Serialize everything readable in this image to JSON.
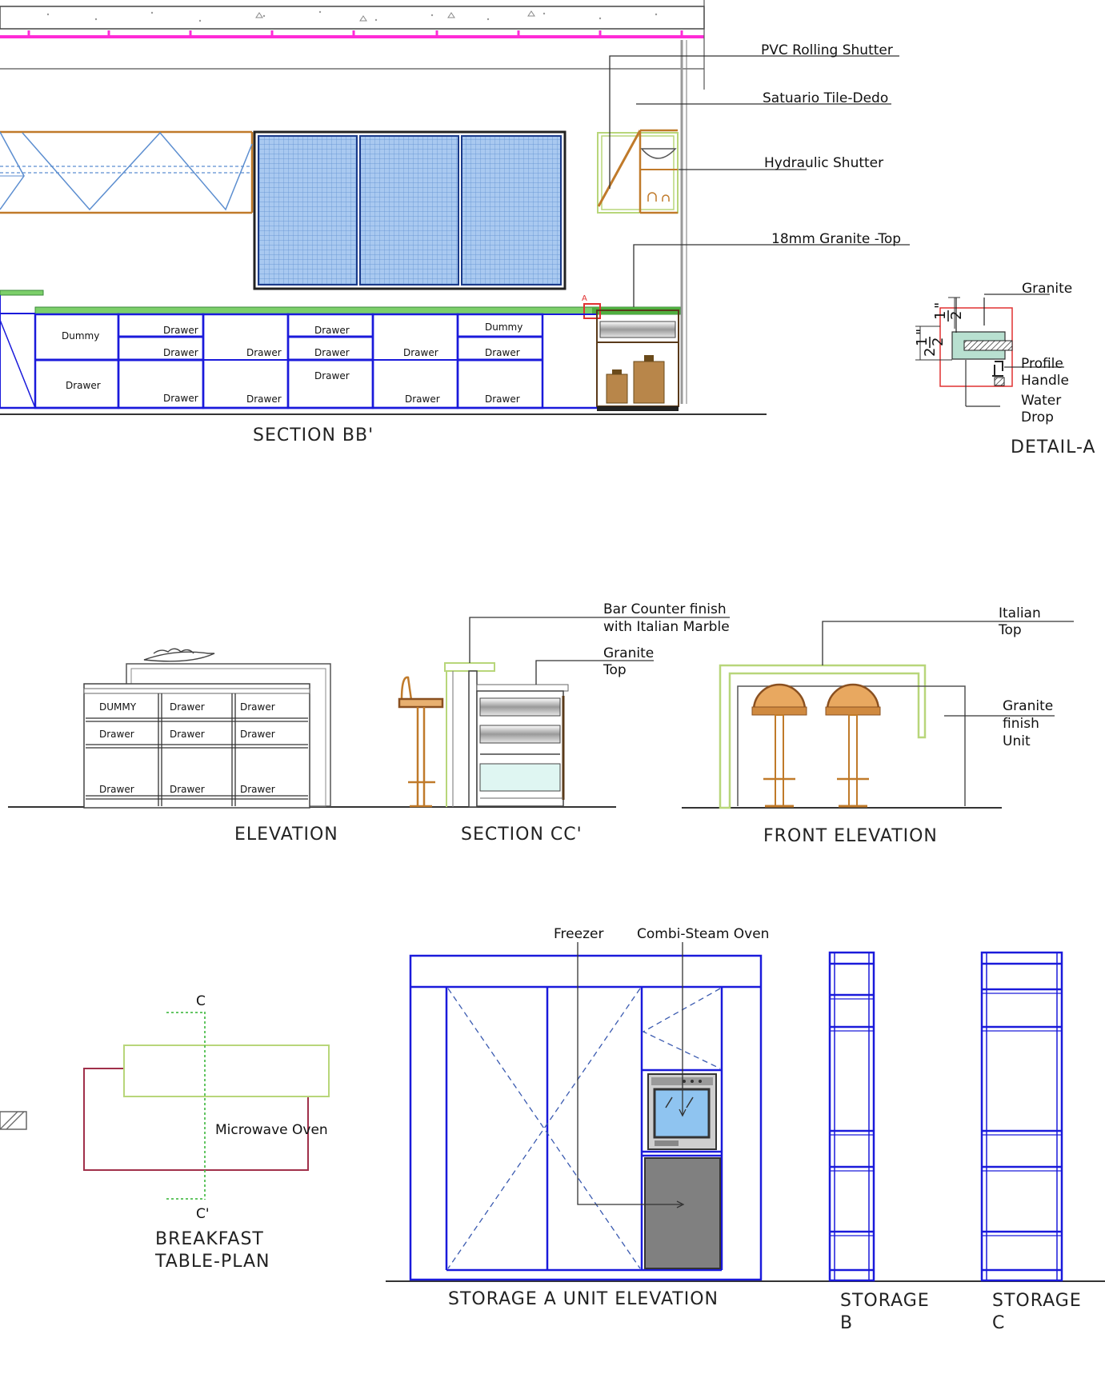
{
  "section_bb": {
    "title": "SECTION BB'",
    "callouts": [
      "PVC Rolling Shutter",
      "Satuario Tile-Dedo",
      "Hydraulic Shutter",
      "18mm Granite -Top"
    ],
    "marker": "A",
    "cabinet_labels": {
      "c1_top": "Dummy",
      "c1_bot": "Drawer",
      "c2_a": "Drawer",
      "c2_b": "Drawer",
      "c2_c": "Drawer",
      "c3_a": "Drawer",
      "c3_b": "Drawer",
      "c4_a": "Drawer",
      "c4_b": "Drawer",
      "c4_c": "Drawer",
      "c5_a": "Drawer",
      "c5_b": "Drawer",
      "c6_a": "Dummy",
      "c6_b": "Drawer",
      "c6_c": "Drawer"
    }
  },
  "detail_a": {
    "title": "DETAIL-A",
    "dim_top": {
      "num": "1",
      "den": "2",
      "unit": "\""
    },
    "dim_side": {
      "whole": "2",
      "num": "1",
      "den": "2",
      "unit": "\""
    },
    "labels": [
      "Granite",
      "Profile",
      "Handle",
      "Water",
      "Drop"
    ]
  },
  "elevation": {
    "title": "ELEVATION",
    "rows": [
      [
        "DUMMY",
        "Drawer",
        "Drawer"
      ],
      [
        "Drawer",
        "Drawer",
        "Drawer"
      ],
      [
        "Drawer",
        "Drawer",
        "Drawer"
      ]
    ]
  },
  "section_cc": {
    "title": "SECTION CC'",
    "callout_1": [
      "Bar Counter finish",
      "with Italian Marble"
    ],
    "callout_2": [
      "Granite",
      "Top"
    ]
  },
  "front_elevation": {
    "title": "FRONT ELEVATION",
    "callout_1": [
      "Italian",
      "Top"
    ],
    "callout_2": [
      "Granite",
      "finish",
      "Unit"
    ]
  },
  "breakfast": {
    "title_1": "BREAKFAST",
    "title_2": "TABLE-PLAN",
    "cut_top": "C",
    "cut_bottom": "C'",
    "label": "Microwave Oven"
  },
  "storage_a": {
    "title": "STORAGE A UNIT ELEVATION",
    "callouts": [
      "Freezer",
      "Combi-Steam Oven"
    ]
  },
  "storage_b": {
    "title_1": "STORAGE",
    "title_2": "B"
  },
  "storage_c": {
    "title_1": "STORAGE",
    "title_2": "C"
  },
  "colors": {
    "cabinet_blue": "#1a1adb",
    "pink_rail": "#ff2bd6",
    "wood": "#c07a2a",
    "glass_blue": "#9cc1ec",
    "granite_green": "#7ccf6a",
    "lime_outline": "#b8d67a",
    "maroon": "#a0304a",
    "detail_red": "#e03030"
  }
}
